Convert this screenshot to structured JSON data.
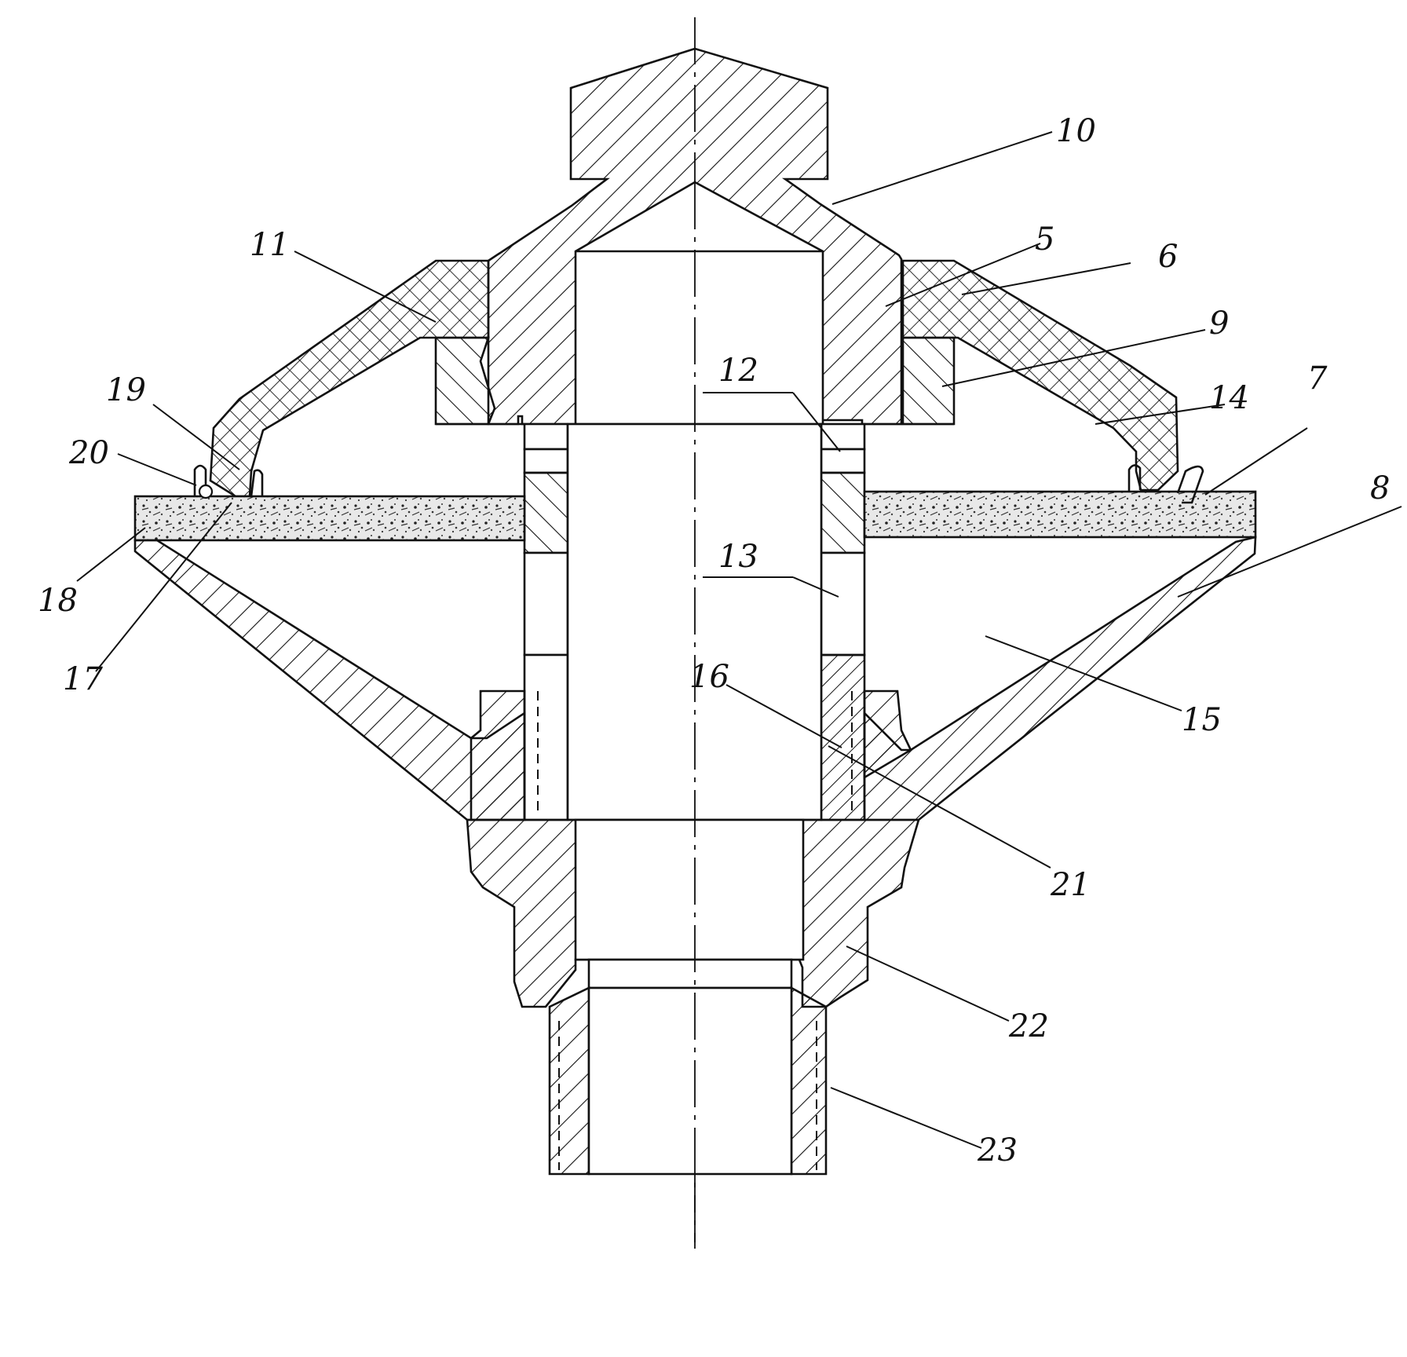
{
  "labels": {
    "l5": "5",
    "l6": "6",
    "l7": "7",
    "l8": "8",
    "l9": "9",
    "l10": "10",
    "l11": "11",
    "l12": "12",
    "l13": "13",
    "l14": "14",
    "l15": "15",
    "l16": "16",
    "l17": "17",
    "l18": "18",
    "l19": "19",
    "l20": "20",
    "l21": "21",
    "l22": "22",
    "l23": "23"
  },
  "colors": {
    "line": "#111111",
    "background": "#ffffff"
  }
}
